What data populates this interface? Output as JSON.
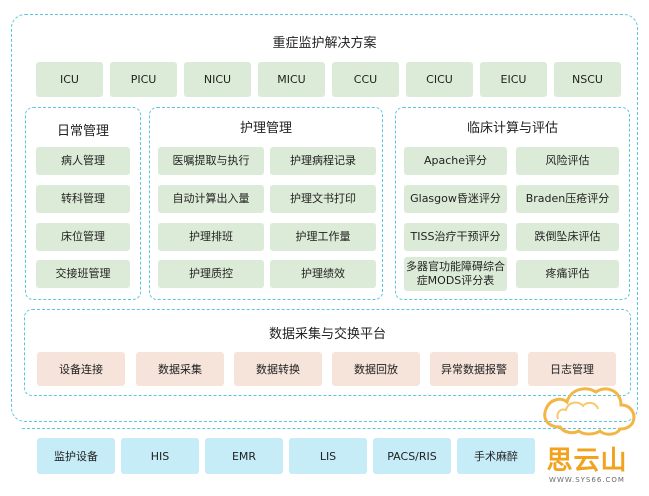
{
  "title": "重症监护解决方案",
  "units": [
    "ICU",
    "PICU",
    "NICU",
    "MICU",
    "CCU",
    "CICU",
    "EICU",
    "NSCU"
  ],
  "daily": {
    "title": "日常管理",
    "items": [
      "病人管理",
      "转科管理",
      "床位管理",
      "交接班管理"
    ]
  },
  "nursing": {
    "title": "护理管理",
    "items": [
      "医嘱提取与执行",
      "护理病程记录",
      "自动计算出入量",
      "护理文书打印",
      "护理排班",
      "护理工作量",
      "护理质控",
      "护理绩效"
    ]
  },
  "clinical": {
    "title": "临床计算与评估",
    "items": [
      "Apache评分",
      "风险评估",
      "Glasgow昏迷评分",
      "Braden压疮评分",
      "TISS治疗干预评分",
      "跌倒坠床评估",
      "多器官功能障碍综合症MODS评分表",
      "疼痛评估"
    ]
  },
  "data_platform": {
    "title": "数据采集与交换平台",
    "items": [
      "设备连接",
      "数据采集",
      "数据转换",
      "数据回放",
      "异常数据报警",
      "日志管理"
    ]
  },
  "systems": [
    "监护设备",
    "HIS",
    "EMR",
    "LIS",
    "PACS/RIS",
    "手术麻醉"
  ],
  "watermark": {
    "name": "思云山",
    "url": "WWW.SYS66.COM"
  }
}
